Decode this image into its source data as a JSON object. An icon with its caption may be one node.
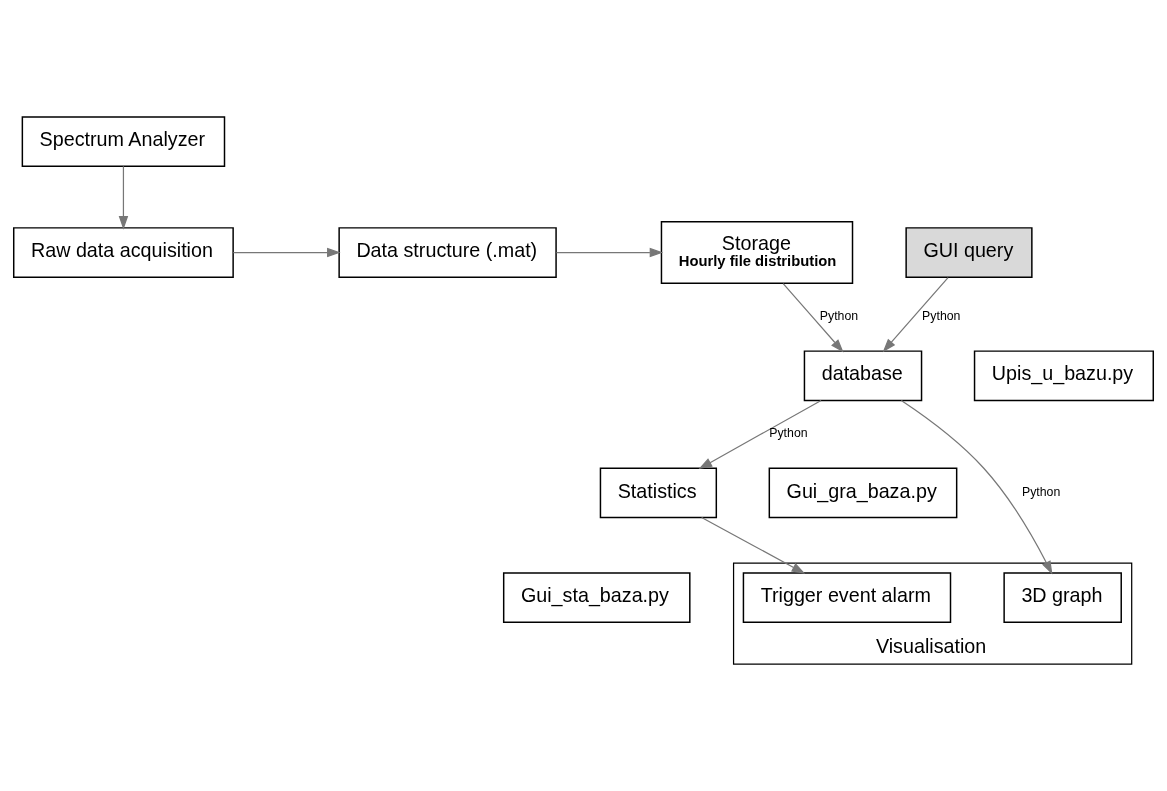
{
  "diagram": {
    "nodes": [
      {
        "text": [
          "Raw data acquisition"
        ]
      },
      {
        "text": [
          "Data structure (.mat)"
        ]
      },
      {
        "text": [
          "Storage",
          "Hourly file distribution"
        ]
      },
      {
        "text": [
          "Spectrum Analyzer"
        ]
      },
      {
        "text": [
          "Upis_u_bazu.py"
        ]
      },
      {
        "text": [
          "database"
        ]
      },
      {
        "text": [
          "Statistics"
        ]
      },
      {
        "text": [
          "Gui_gra_baza.py"
        ]
      },
      {
        "text": [
          "GUI query"
        ]
      },
      {
        "text": [
          "Gui_sta_baza.py"
        ]
      },
      {
        "text": [
          "Visualisation"
        ]
      },
      {
        "text": [
          "3D graph"
        ],
        "in": 10
      },
      {
        "text": [
          "Trigger event alarm"
        ],
        "in": 10
      }
    ],
    "edges": [
      {
        "from": 3,
        "to": 0,
        "arrow": "to"
      },
      {
        "from": 0,
        "to": 1,
        "arrow": "to"
      },
      {
        "from": 1,
        "to": 2,
        "arrow": "to"
      },
      {
        "from": 2,
        "to": 5,
        "arrow": "to",
        "label": "Python"
      },
      {
        "from": 5,
        "to": 11,
        "arrow": "to",
        "label": "Python"
      },
      {
        "from": 5,
        "to": 6,
        "arrow": "to",
        "label": "Python"
      },
      {
        "from": 8,
        "to": 5,
        "arrow": "to",
        "label": "Python"
      },
      {
        "from": 6,
        "to": 12,
        "arrow": "to"
      }
    ]
  }
}
